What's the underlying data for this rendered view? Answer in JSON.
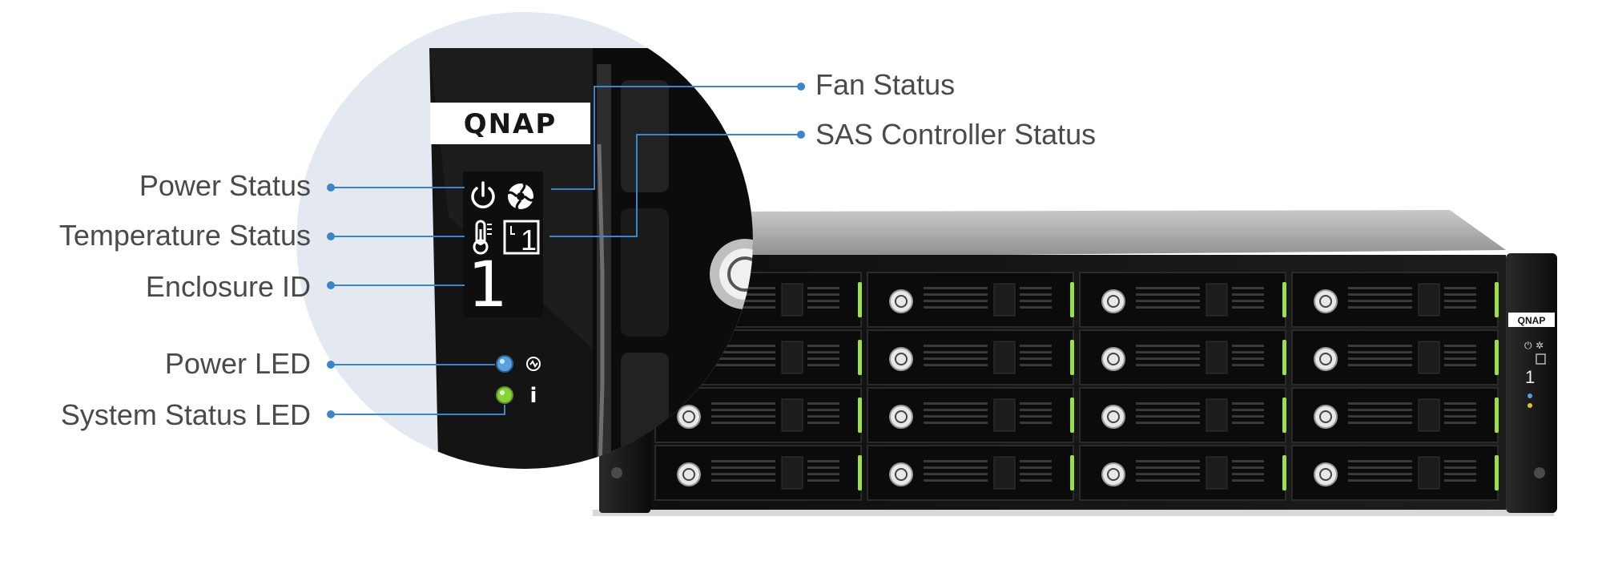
{
  "brand": {
    "logo_text": "QNAP",
    "small_logo_text": "QNAP"
  },
  "panel": {
    "enclosure_digit": "1",
    "sas_digit": "1",
    "info_glyph": "i"
  },
  "callouts": {
    "fan_status": "Fan Status",
    "sas_controller_status": "SAS Controller Status",
    "power_status": "Power Status",
    "temperature_status": "Temperature Status",
    "enclosure_id": "Enclosure ID",
    "power_led": "Power LED",
    "system_status_led": "System Status LED"
  },
  "colors": {
    "callout_line": "#3a86c8",
    "power_led": "#5aa0e0",
    "system_led": "#8ad23a",
    "drive_latch": "#9be04a",
    "circle_bg": "#e4e9f1",
    "chassis": "#151515"
  },
  "icons": [
    "power-icon",
    "fan-icon",
    "thermometer-icon",
    "sas-icon"
  ],
  "enclosure": {
    "bay_rows": 4,
    "bay_columns": 4
  }
}
